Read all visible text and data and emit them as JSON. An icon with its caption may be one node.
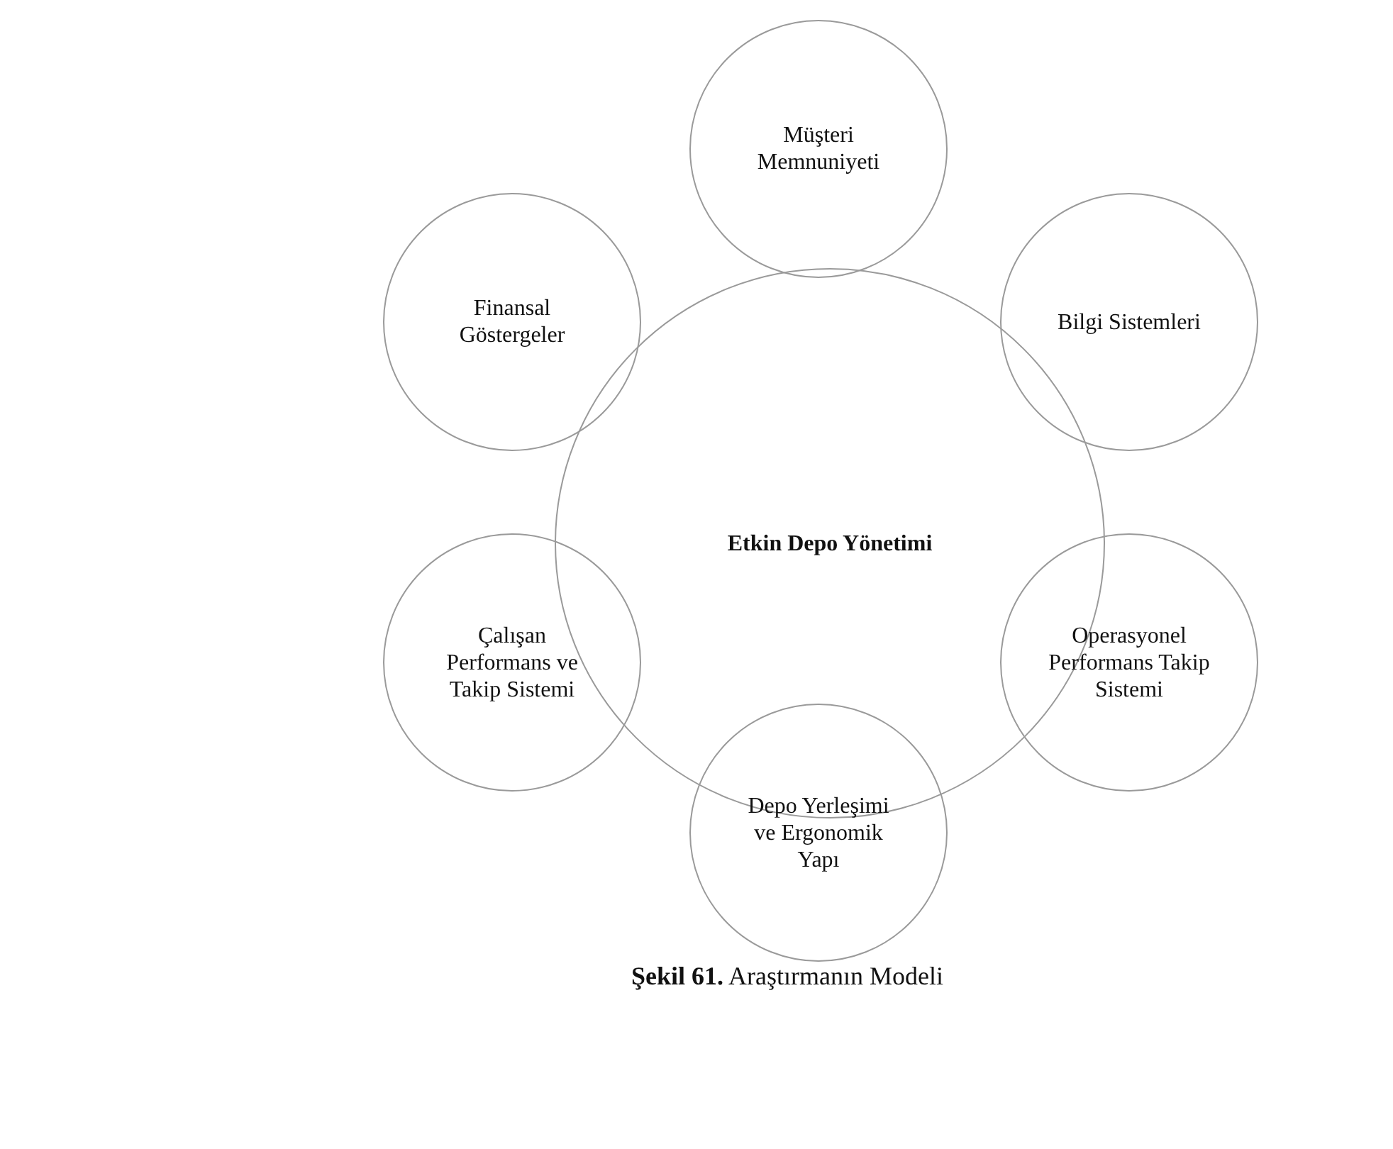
{
  "diagram": {
    "caption": "**Şekil 61.** Araştırmanın Modeli",
    "nodes": [
      {
        "text": [
          "Etkin Depo Yönetimi"
        ]
      },
      {
        "text": [
          "Müşteri Memnuniyeti"
        ]
      },
      {
        "text": [
          "Bilgi Sistemleri"
        ]
      },
      {
        "text": [
          "Operasyonel Performans Takip Sistemi"
        ]
      },
      {
        "text": [
          "Depo Yerleşimi ve Ergonomik Yapı"
        ]
      },
      {
        "text": [
          "Çalışan Performans ve Takip Sistemi"
        ]
      },
      {
        "text": [
          "Finansal Göstergeler"
        ]
      }
    ]
  }
}
